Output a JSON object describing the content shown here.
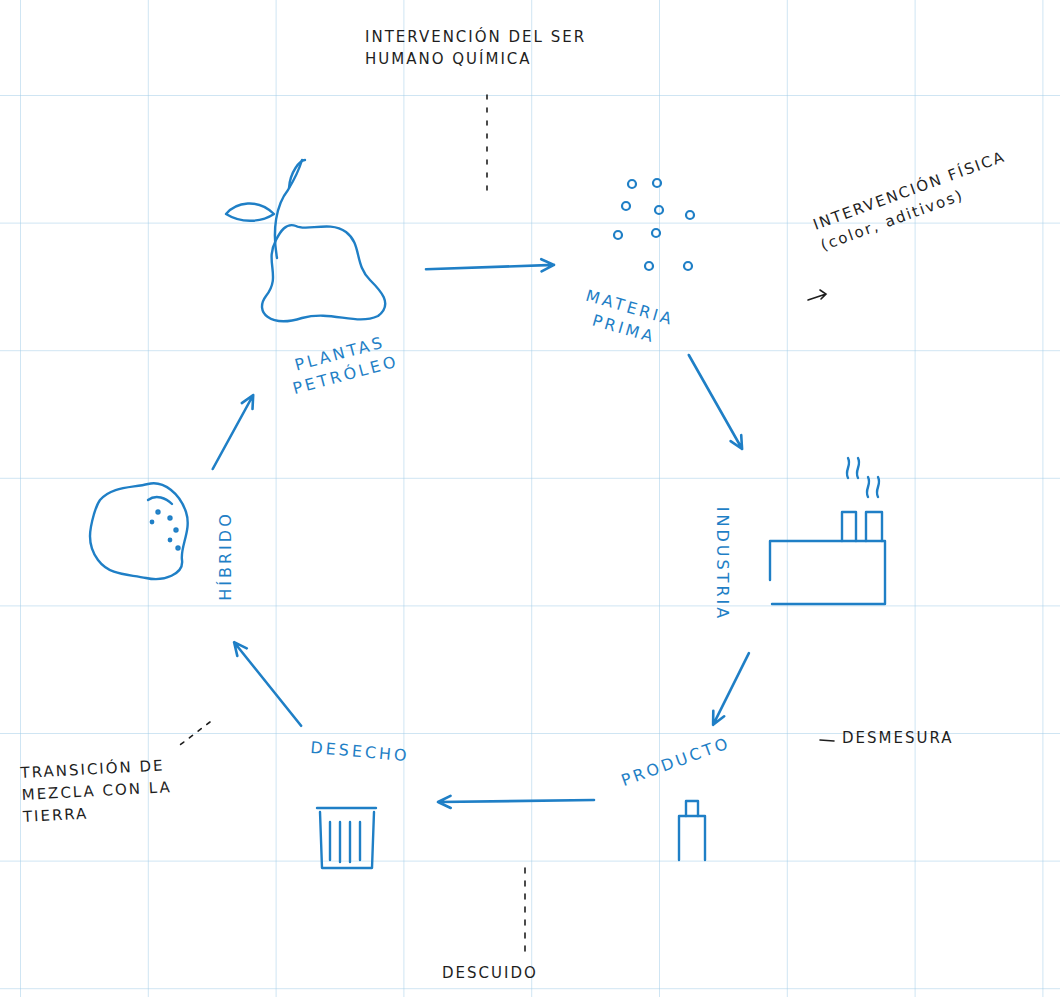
{
  "diagram": {
    "nodes": [
      {
        "text": [
          "PLANTAS PETRÓLEO"
        ]
      },
      {
        "text": [
          "MATERIA PRIMA"
        ]
      },
      {
        "text": [
          "INDUSTRIA"
        ]
      },
      {
        "text": [
          "PRODUCTO"
        ]
      },
      {
        "text": [
          "DESECHO"
        ]
      },
      {
        "text": [
          "HÍBRIDO"
        ]
      }
    ],
    "edges": [
      {
        "from": 0,
        "to": 1,
        "arrow": "to"
      },
      {
        "from": 1,
        "to": 2,
        "arrow": "to"
      },
      {
        "from": 2,
        "to": 3,
        "arrow": "to"
      },
      {
        "from": 3,
        "to": 4,
        "arrow": "to"
      },
      {
        "from": 4,
        "to": 5,
        "arrow": "to"
      },
      {
        "from": 5,
        "to": 0,
        "arrow": "to"
      }
    ],
    "labels": [
      "INTERVENCIÓN DEL SER HUMANO QUÍMICA",
      "INTERVENCIÓN FÍSICA (color, aditivos)",
      "DESMESURA",
      "DESCUIDO",
      "TRANSICIÓN DE MEZCLA CON LA TIERRA"
    ]
  }
}
